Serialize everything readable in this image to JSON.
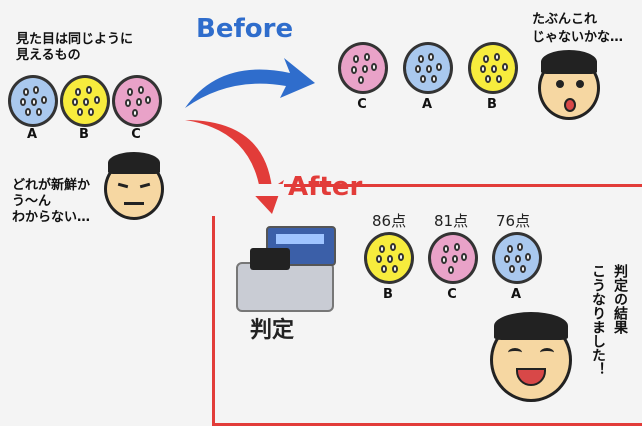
{
  "top_left": {
    "line1": "見た目は同じように",
    "line2": "見えるもの"
  },
  "plates_left": [
    "A",
    "B",
    "C"
  ],
  "plates_before": [
    "C",
    "A",
    "B"
  ],
  "plates_after": [
    "B",
    "C",
    "A"
  ],
  "scores_after": [
    "86点",
    "81点",
    "76点"
  ],
  "before_label": "Before",
  "after_label": "After",
  "left_person_text": {
    "line1": "どれが新鮮か",
    "line2": "う〜ん",
    "line3": "わからない…"
  },
  "top_right_text": {
    "line1": "たぶんこれ",
    "line2": "じゃないかな…"
  },
  "judge_label": "判定",
  "result_text": [
    "判定の結果",
    "こうなりました！"
  ],
  "colors": {
    "blue": "#a9c8ee",
    "yellow": "#f7ec3d",
    "pink": "#e9a2c8",
    "before_arrow": "#2f6dcc",
    "after_arrow": "#e23c39"
  }
}
